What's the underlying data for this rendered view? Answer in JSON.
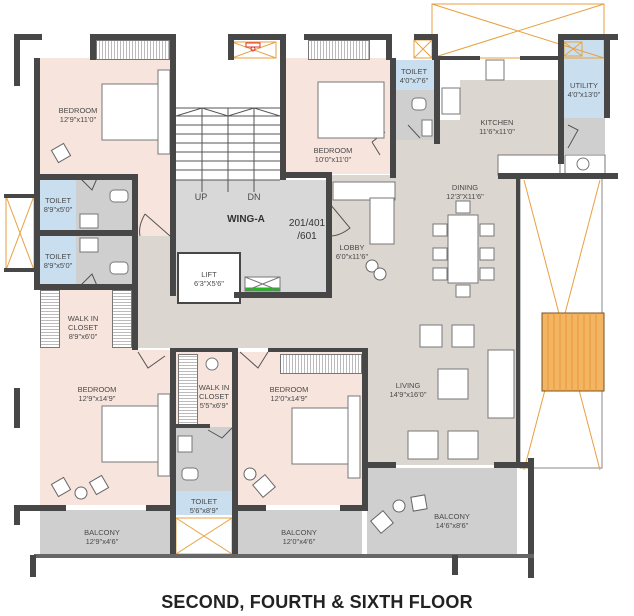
{
  "plan": {
    "title": "SECOND, FOURTH & SIXTH FLOOR",
    "wing": "WING-A",
    "unit_numbers": [
      "201/401",
      "/601"
    ],
    "stair_labels": {
      "up": "UP",
      "down": "DN"
    },
    "rooms": {
      "bedroom_top_left": {
        "name": "BEDROOM",
        "size": "12'9\"x11'0\""
      },
      "bedroom_top_mid": {
        "name": "BEDROOM",
        "size": "10'0\"x11'0\""
      },
      "toilet_kitchen": {
        "name": "TOILET",
        "size": "4'0\"x7'6\""
      },
      "kitchen": {
        "name": "KITCHEN",
        "size": "11'6\"x11'0\""
      },
      "utility": {
        "name": "UTILITY",
        "size": "4'0\"x13'0\""
      },
      "toilet_left_1": {
        "name": "TOILET",
        "size": "8'9\"x5'0\""
      },
      "toilet_left_2": {
        "name": "TOILET",
        "size": "8'9\"x5'0\""
      },
      "lift": {
        "name": "LIFT",
        "size": "6'3\"X5'6\""
      },
      "dining": {
        "name": "DINING",
        "size": "12'3\"X11'6\""
      },
      "lobby": {
        "name": "LOBBY",
        "size": "6'0\"x11'6\""
      },
      "walk_in_closet_left": {
        "name_1": "WALK IN",
        "name_2": "CLOSET",
        "size": "8'9\"x6'0\""
      },
      "bedroom_bottom_left": {
        "name": "BEDROOM",
        "size": "12'9\"x14'9\""
      },
      "walk_in_closet_mid": {
        "name_1": "WALK IN",
        "name_2": "CLOSET",
        "size": "5'5\"x6'9\""
      },
      "bedroom_bottom_mid": {
        "name": "BEDROOM",
        "size": "12'0\"x14'9\""
      },
      "toilet_mid": {
        "name": "TOILET",
        "size": "5'6\"x8'9\""
      },
      "living": {
        "name": "LIVING",
        "size": "14'9\"x16'0\""
      },
      "balcony_left": {
        "name": "BALCONY",
        "size": "12'9\"x4'6\""
      },
      "balcony_mid": {
        "name": "BALCONY",
        "size": "12'0\"x4'6\""
      },
      "balcony_right": {
        "name": "BALCONY",
        "size": "14'6\"x8'6\""
      }
    },
    "colors": {
      "bedroom": "#f6e4dd",
      "living": "#dcd6d1",
      "toilet": "#c9dff0",
      "wet_area": "#cfcfcf",
      "wall": "#474747",
      "duct": "#e8a040",
      "lift_marker": "#22bb22",
      "fire_marker": "#e03030"
    }
  }
}
